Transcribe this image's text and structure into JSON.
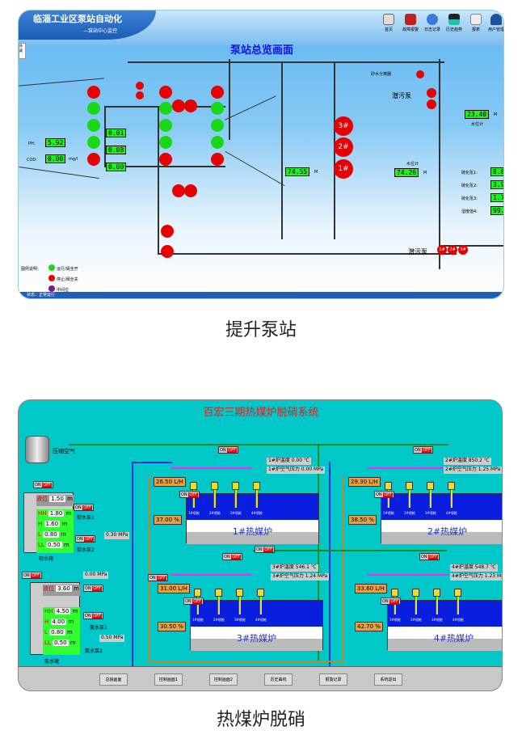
{
  "pump_station": {
    "app_title": "临淄工业区泵站自动化",
    "app_subtitle": "—泵站中心监控",
    "toolbar": [
      {
        "label": "首页",
        "icon": "home-icon"
      },
      {
        "label": "故障报警",
        "icon": "alarm-icon"
      },
      {
        "label": "日志记录",
        "icon": "globe-icon"
      },
      {
        "label": "历史趋势",
        "icon": "chart-icon"
      },
      {
        "label": "报表",
        "icon": "report-icon"
      },
      {
        "label": "用户管理",
        "icon": "user-icon"
      }
    ],
    "side_tab": "隐藏",
    "page_title": "泵站总览画面",
    "ph_label": "PH:",
    "ph_value": "5.92",
    "cod_label": "COD:",
    "cod_value": "0.00",
    "cod_unit": "mg/l",
    "levels": [
      "0.01",
      "0.08",
      "0.00"
    ],
    "level_unit": "M",
    "well_level": "74.55",
    "well_unit": "M",
    "outlet_level": "23.40",
    "outlet_unit": "M",
    "outlet_label": "水位计",
    "sump_level": "74.26",
    "sump_unit": "M",
    "sump_label": "水位计",
    "separator_label": "砂水分离器",
    "sewage_pump_label": "潜污泵",
    "big_pumps": [
      "3#",
      "2#",
      "1#"
    ],
    "sewage_pumps": [
      "1#",
      "2#",
      "3#"
    ],
    "right_readings": [
      {
        "label": "硫化氢1:",
        "value": "8.8"
      },
      {
        "label": "硫化氢2:",
        "value": "3.9"
      },
      {
        "label": "硫化氢3:",
        "value": "1.7"
      },
      {
        "label": "湿度值4:",
        "value": "99."
      }
    ],
    "legend": {
      "title": "图例说明：",
      "items": [
        {
          "label": "运行/阀全开",
          "color": "#18d818"
        },
        {
          "label": "停止/阀全关",
          "color": "#e80000"
        },
        {
          "label": "中间位",
          "color": "#7a1a8a"
        }
      ]
    },
    "status_text": "状态：正常运行",
    "caption": "提升泵站"
  },
  "denox": {
    "title": "百宏三期热媒炉脱硝系统",
    "compressed_air": "压缩空气",
    "on": "ON",
    "off": "OFF",
    "soft_tank": {
      "label": "软水箱",
      "level_label": "液位",
      "level": "1.50",
      "unit": "m",
      "marks": [
        {
          "k": "HH",
          "v": "1.80"
        },
        {
          "k": "H",
          "v": "1.60"
        },
        {
          "k": "L",
          "v": "0.80"
        },
        {
          "k": "LL",
          "v": "0.50"
        }
      ]
    },
    "ammonia_tank": {
      "label": "氨水罐",
      "level_label": "液位",
      "level": "3.60",
      "unit": "m",
      "marks": [
        {
          "k": "HH",
          "v": "4.50"
        },
        {
          "k": "H",
          "v": "4.00"
        },
        {
          "k": "L",
          "v": "0.80"
        },
        {
          "k": "LL",
          "v": "0.50"
        }
      ]
    },
    "soft_pump1": "软水泵1",
    "soft_pump2": "软水泵2",
    "amm_pump1": "氨水泵1",
    "amm_pump2": "氨水泵2",
    "soft_pressure": "0.30",
    "amm_pressure_a": "0.00",
    "amm_pressure_b": "0.50",
    "mpa": "MPa",
    "furnaces": [
      {
        "name": "1#热媒炉",
        "flow": "26.50",
        "valve": "37.00",
        "temp": "0.00",
        "air": "0.00",
        "temp_label": "1#炉温度",
        "air_label": "1#炉空气压力"
      },
      {
        "name": "2#热媒炉",
        "flow": "29.30",
        "valve": "38.50",
        "temp": "850.2",
        "air": "1.25",
        "temp_label": "2#炉温度",
        "air_label": "2#炉空气压力"
      },
      {
        "name": "3#热媒炉",
        "flow": "31.00",
        "valve": "30.50",
        "temp": "546.1",
        "air": "1.24",
        "temp_label": "3#炉温度",
        "air_label": "3#炉空气压力"
      },
      {
        "name": "4#热媒炉",
        "flow": "33.60",
        "valve": "42.70",
        "temp": "548.7",
        "air": "1.23",
        "temp_label": "4#炉温度",
        "air_label": "4#炉空气压力"
      }
    ],
    "flow_unit": "L/H",
    "pct": "%",
    "degc": "℃",
    "guns": [
      "1#喷枪",
      "2#喷枪",
      "3#喷枪",
      "4#喷枪"
    ],
    "buttons": [
      "总貌画面",
      "控制画面1",
      "控制画面2",
      "历史曲线",
      "报警记录",
      "系统退出"
    ],
    "caption": "热煤炉脱硝"
  }
}
